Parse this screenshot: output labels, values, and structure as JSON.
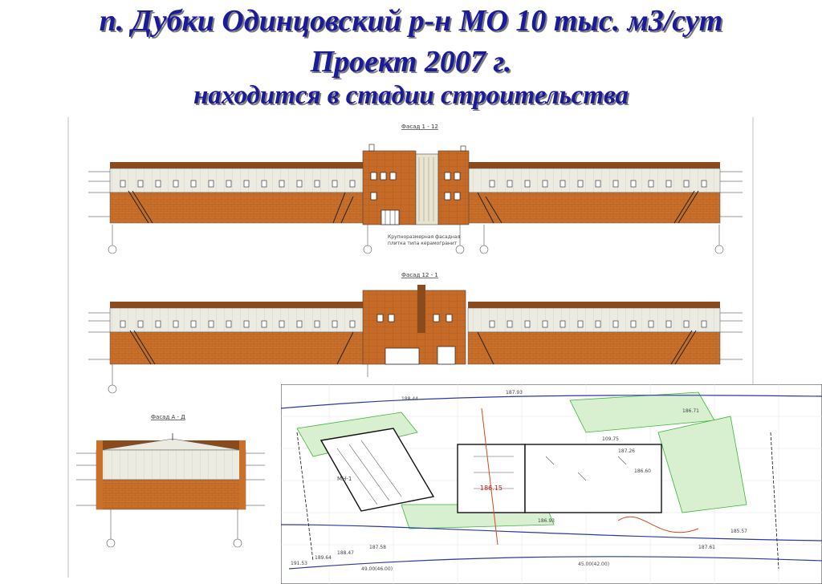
{
  "title": {
    "line1": "п. Дубки Одинцовский р-н МО 10 тыс. м3/сут",
    "line2": "Проект 2007 г.",
    "line3": "находится в стадии строительства"
  },
  "facades": {
    "top_title": "Фасад 1 - 12",
    "middle_title": "Фасад 12 - 1",
    "side_title": "Фасад А - Д",
    "note_line1": "Крупноразмерная фасадная",
    "note_line2": "плитка типа керамогранит"
  },
  "site_plan": {
    "labels": [
      "188.44",
      "187.93",
      "186.15",
      "109.75",
      "186.60",
      "186.71",
      "187.26",
      "185.57",
      "191.53",
      "189.64",
      "188.47",
      "187.58",
      "49.00(46.00)",
      "45.00(42.00)",
      "186.93",
      "187.61",
      "МН-1"
    ]
  },
  "colors": {
    "title_text": "#1a1a9c",
    "brick": "#c9702a",
    "panel": "#e9e7dc",
    "roof": "#8a4a1c",
    "plan_green": "#3cb43c",
    "plan_blue": "#2a3aa0"
  }
}
